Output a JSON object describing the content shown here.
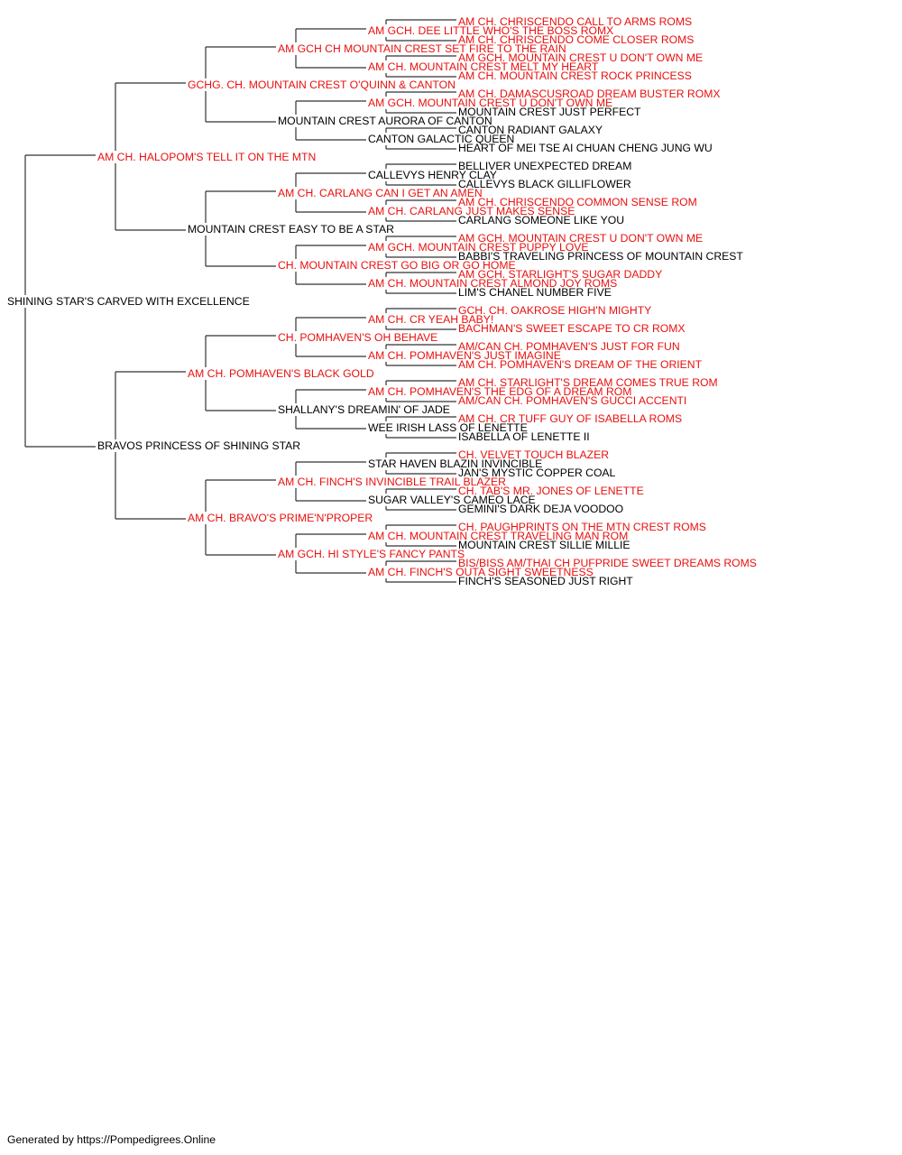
{
  "colors": {
    "champion": "#e8110f",
    "regular": "#000000",
    "line": "#333333"
  },
  "footer": "Generated by https://Pompedigrees.Online",
  "pedigree": {
    "name": "SHINING STAR'S CARVED WITH EXCELLENCE",
    "champion": false,
    "sire": {
      "name": "AM CH. HALOPOM'S TELL IT ON THE MTN",
      "champion": true,
      "sire": {
        "name": "GCHG. CH. MOUNTAIN CREST O'QUINN & CANTON",
        "champion": true,
        "sire": {
          "name": "AM GCH CH MOUNTAIN CREST SET FIRE TO THE RAIN",
          "champion": true,
          "sire": {
            "name": "AM GCH. DEE LITTLE WHO'S THE BOSS ROMX",
            "champion": true,
            "sire": {
              "name": "AM CH. CHRISCENDO CALL TO ARMS ROMS",
              "champion": true
            },
            "dam": {
              "name": "AM CH. CHRISCENDO COME CLOSER ROMS",
              "champion": true
            }
          },
          "dam": {
            "name": "AM CH. MOUNTAIN CREST MELT MY HEART",
            "champion": true,
            "sire": {
              "name": "AM GCH. MOUNTAIN CREST U DON'T OWN ME",
              "champion": true
            },
            "dam": {
              "name": "AM CH. MOUNTAIN CREST ROCK PRINCESS",
              "champion": true
            }
          }
        },
        "dam": {
          "name": "MOUNTAIN CREST AURORA OF CANTON",
          "champion": false,
          "sire": {
            "name": "AM GCH. MOUNTAIN CREST U DON'T OWN ME",
            "champion": true,
            "sire": {
              "name": "AM CH. DAMASCUSROAD DREAM BUSTER ROMX",
              "champion": true
            },
            "dam": {
              "name": "MOUNTAIN CREST JUST PERFECT",
              "champion": false
            }
          },
          "dam": {
            "name": "CANTON GALACTIC QUEEN",
            "champion": false,
            "sire": {
              "name": "CANTON RADIANT GALAXY",
              "champion": false
            },
            "dam": {
              "name": "HEART OF MEI TSE AI CHUAN CHENG JUNG WU",
              "champion": false
            }
          }
        }
      },
      "dam": {
        "name": "MOUNTAIN CREST EASY TO BE A STAR",
        "champion": false,
        "sire": {
          "name": "AM CH. CARLANG CAN I GET AN AMEN",
          "champion": true,
          "sire": {
            "name": "CALLEVYS HENRY CLAY",
            "champion": false,
            "sire": {
              "name": "BELLIVER UNEXPECTED DREAM",
              "champion": false
            },
            "dam": {
              "name": "CALLEVYS BLACK GILLIFLOWER",
              "champion": false
            }
          },
          "dam": {
            "name": "AM CH. CARLANG JUST MAKES SENSE",
            "champion": true,
            "sire": {
              "name": "AM CH. CHRISCENDO COMMON SENSE ROM",
              "champion": true
            },
            "dam": {
              "name": "CARLANG SOMEONE LIKE YOU",
              "champion": false
            }
          }
        },
        "dam": {
          "name": "CH. MOUNTAIN CREST GO BIG OR GO HOME",
          "champion": true,
          "sire": {
            "name": "AM GCH. MOUNTAIN CREST PUPPY LOVE",
            "champion": true,
            "sire": {
              "name": "AM GCH. MOUNTAIN CREST U DON'T OWN ME",
              "champion": true
            },
            "dam": {
              "name": "BABBI'S TRAVELING PRINCESS OF MOUNTAIN CREST",
              "champion": false
            }
          },
          "dam": {
            "name": "AM CH. MOUNTAIN CREST ALMOND JOY ROMS",
            "champion": true,
            "sire": {
              "name": "AM GCH. STARLIGHT'S SUGAR DADDY",
              "champion": true
            },
            "dam": {
              "name": "LIM'S CHANEL NUMBER FIVE",
              "champion": false
            }
          }
        }
      }
    },
    "dam": {
      "name": "BRAVOS PRINCESS OF SHINING STAR",
      "champion": false,
      "sire": {
        "name": "AM CH. POMHAVEN'S BLACK GOLD",
        "champion": true,
        "sire": {
          "name": "CH. POMHAVEN'S OH BEHAVE",
          "champion": true,
          "sire": {
            "name": "AM CH. CR YEAH BABY!",
            "champion": true,
            "sire": {
              "name": "GCH. CH. OAKROSE HIGH'N MIGHTY",
              "champion": true
            },
            "dam": {
              "name": "BACHMAN'S SWEET ESCAPE TO CR ROMX",
              "champion": true
            }
          },
          "dam": {
            "name": "AM CH. POMHAVEN'S JUST IMAGINE",
            "champion": true,
            "sire": {
              "name": "AM/CAN CH. POMHAVEN'S JUST FOR FUN",
              "champion": true
            },
            "dam": {
              "name": "AM CH. POMHAVEN'S DREAM OF THE ORIENT",
              "champion": true
            }
          }
        },
        "dam": {
          "name": "SHALLANY'S DREAMIN' OF JADE",
          "champion": false,
          "sire": {
            "name": "AM CH. POMHAVEN'S THE EDG OF A DREAM ROM",
            "champion": true,
            "sire": {
              "name": "AM CH. STARLIGHT'S DREAM COMES TRUE ROM",
              "champion": true
            },
            "dam": {
              "name": "AM/CAN CH. POMHAVEN'S GUCCI ACCENTI",
              "champion": true
            }
          },
          "dam": {
            "name": "WEE IRISH LASS OF LENETTE",
            "champion": false,
            "sire": {
              "name": "AM CH. CR TUFF GUY OF ISABELLA ROMS",
              "champion": true
            },
            "dam": {
              "name": "ISABELLA OF LENETTE II",
              "champion": false
            }
          }
        }
      },
      "dam": {
        "name": "AM CH. BRAVO'S PRIME'N'PROPER",
        "champion": true,
        "sire": {
          "name": "AM CH. FINCH'S INVINCIBLE TRAIL BLAZER",
          "champion": true,
          "sire": {
            "name": "STAR HAVEN BLAZIN INVINCIBLE",
            "champion": false,
            "sire": {
              "name": "CH. VELVET TOUCH BLAZER",
              "champion": true
            },
            "dam": {
              "name": "JAN'S MYSTIC COPPER COAL",
              "champion": false
            }
          },
          "dam": {
            "name": "SUGAR VALLEY'S CAMEO LACE",
            "champion": false,
            "sire": {
              "name": "CH. TAB'S MR. JONES OF LENETTE",
              "champion": true
            },
            "dam": {
              "name": "GEMINI'S DARK DEJA VOODOO",
              "champion": false
            }
          }
        },
        "dam": {
          "name": "AM GCH. HI STYLE'S FANCY PANTS",
          "champion": true,
          "sire": {
            "name": "AM CH. MOUNTAIN CREST TRAVELING MAN ROM",
            "champion": true,
            "sire": {
              "name": "CH. PAUGHPRINTS ON THE MTN CREST ROMS",
              "champion": true
            },
            "dam": {
              "name": "MOUNTAIN CREST SILLIE MILLIE",
              "champion": false
            }
          },
          "dam": {
            "name": "AM CH. FINCH'S OUTA SIGHT SWEETNESS",
            "champion": true,
            "sire": {
              "name": "BIS/BISS AM/THAI CH PUFPRIDE SWEET DREAMS ROMS",
              "champion": true
            },
            "dam": {
              "name": "FINCH'S SEASONED JUST RIGHT",
              "champion": false
            }
          }
        }
      }
    }
  }
}
